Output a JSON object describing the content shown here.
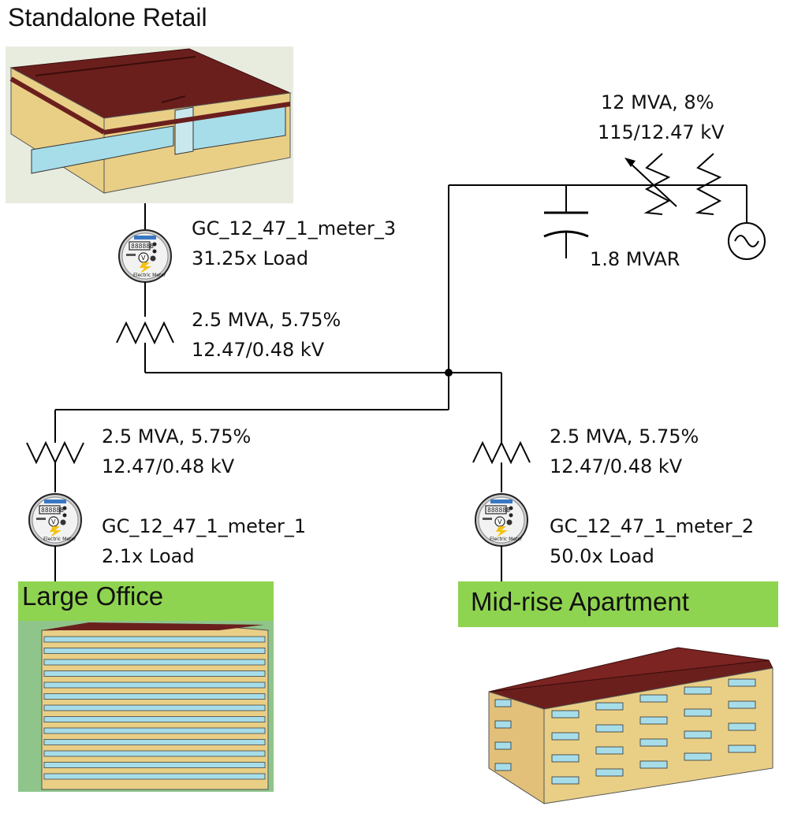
{
  "buildings": {
    "retail": {
      "title": "Standalone Retail"
    },
    "office": {
      "title": "Large Office"
    },
    "apartment": {
      "title": "Mid-rise Apartment"
    }
  },
  "substation": {
    "transformer_line1": "12 MVA, 8%",
    "transformer_line2": "115/12.47 kV",
    "capacitor_label": "1.8 MVAR"
  },
  "meters": {
    "meter3": {
      "name": "GC_12_47_1_meter_3",
      "load": "31.25x Load"
    },
    "meter1": {
      "name": "GC_12_47_1_meter_1",
      "load": "2.1x Load"
    },
    "meter2": {
      "name": "GC_12_47_1_meter_2",
      "load": "50.0x Load"
    },
    "face_label": "Electric Meter"
  },
  "transformers": {
    "t3": {
      "rating": "2.5 MVA, 5.75%",
      "voltage": "12.47/0.48 kV"
    },
    "t1": {
      "rating": "2.5 MVA, 5.75%",
      "voltage": "12.47/0.48 kV"
    },
    "t2": {
      "rating": "2.5 MVA, 5.75%",
      "voltage": "12.47/0.48 kV"
    }
  },
  "colors": {
    "roof": "#6e1e1c",
    "wall": "#e9cf86",
    "glass": "#9fd8e6",
    "label_green": "#8fd450"
  }
}
